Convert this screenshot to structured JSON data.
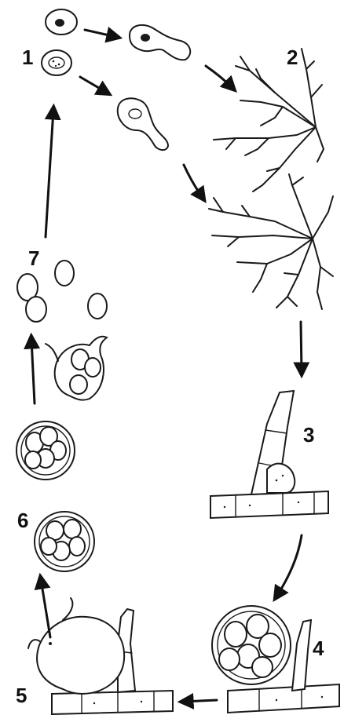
{
  "stages": [
    {
      "id": "1",
      "label": "1"
    },
    {
      "id": "2",
      "label": "2"
    },
    {
      "id": "3",
      "label": "3"
    },
    {
      "id": "4",
      "label": "4"
    },
    {
      "id": "5",
      "label": "5"
    },
    {
      "id": "6",
      "label": "6"
    },
    {
      "id": "7",
      "label": "7"
    }
  ],
  "colors": {
    "ink": "#1a1a1a",
    "background": "#ffffff"
  }
}
